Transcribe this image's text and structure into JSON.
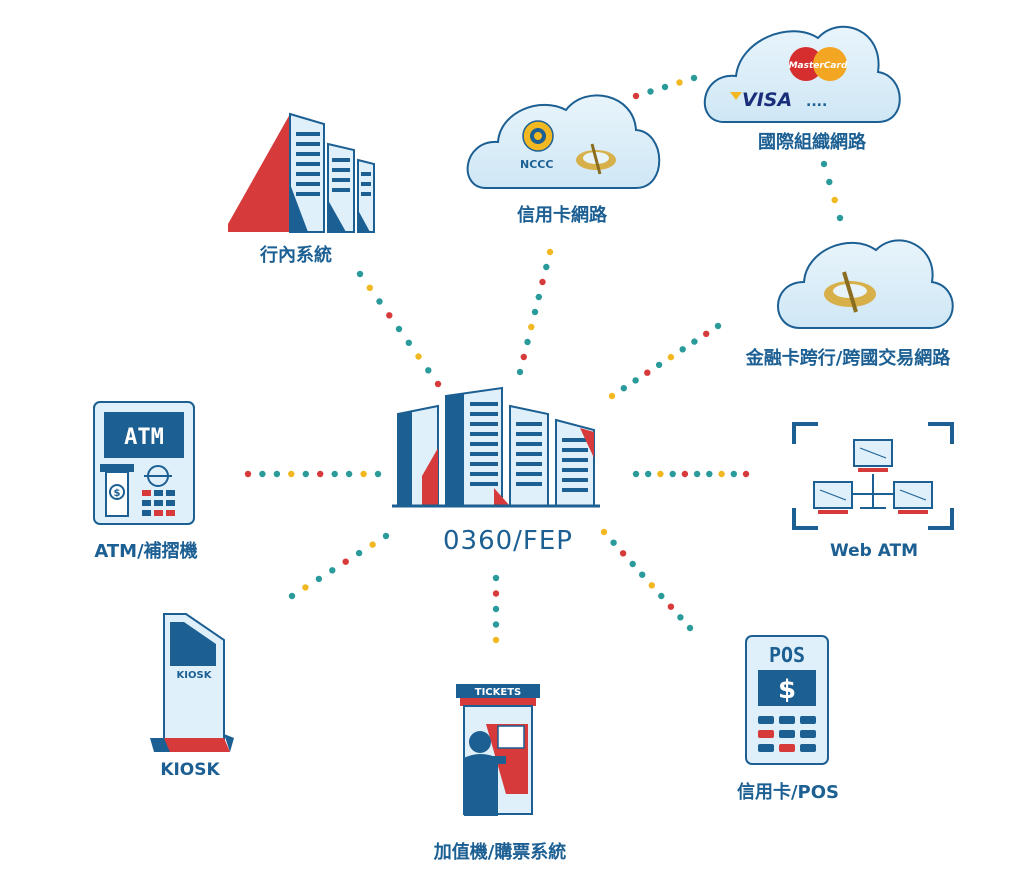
{
  "center": {
    "label": "0360/FEP"
  },
  "nodes": {
    "bank_system": {
      "label": "行內系統"
    },
    "credit_network": {
      "label": "信用卡網路",
      "logo_text": "NCCC"
    },
    "intl_network": {
      "label": "國際組織網路",
      "brand_1": "MasterCard",
      "brand_2": "VISA",
      "more": "...."
    },
    "interbank_network": {
      "label": "金融卡跨行/跨國交易網路"
    },
    "atm": {
      "label": "ATM/補摺機",
      "screen_text": "ATM"
    },
    "web_atm": {
      "label": "Web ATM"
    },
    "kiosk": {
      "label": "KIOSK",
      "screen_text": "KIOSK"
    },
    "ticket": {
      "label": "加值機/購票系統",
      "header_text": "TICKETS"
    },
    "pos": {
      "label": "信用卡/POS",
      "header_text": "POS"
    }
  },
  "colors": {
    "primary_blue": "#1c5f93",
    "light_blue": "#dff0fa",
    "red": "#d63a3a",
    "teal": "#2a9a9a",
    "yellow": "#f2b822"
  }
}
